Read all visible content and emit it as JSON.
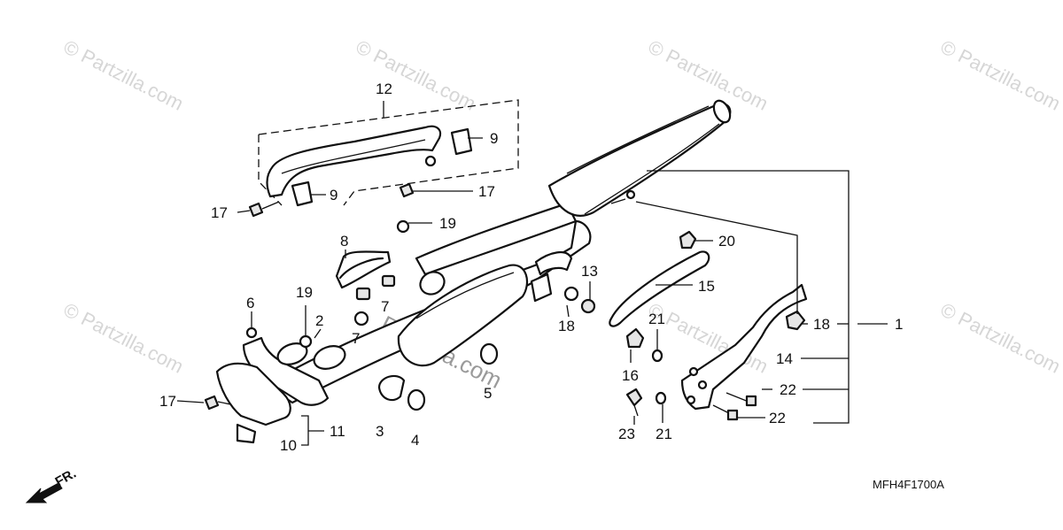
{
  "watermarks": [
    "© Partzilla.com",
    "Partzilla.com"
  ],
  "diagram_code": "MFH4F1700A",
  "direction_label": "FR.",
  "callouts": {
    "c12": "12",
    "c9a": "9",
    "c9b": "9",
    "c17a": "17",
    "c17b": "17",
    "c17c": "17",
    "c19a": "19",
    "c19b": "19",
    "c8": "8",
    "c6": "6",
    "c2": "2",
    "c7a": "7",
    "c7b": "7",
    "c3": "3",
    "c4": "4",
    "c5": "5",
    "c10": "10",
    "c11": "11",
    "c13": "13",
    "c18a": "18",
    "c18b": "18",
    "c20": "20",
    "c15": "15",
    "c21a": "21",
    "c21b": "21",
    "c16": "16",
    "c23": "23",
    "c14": "14",
    "c22a": "22",
    "c22b": "22",
    "c1": "1"
  }
}
